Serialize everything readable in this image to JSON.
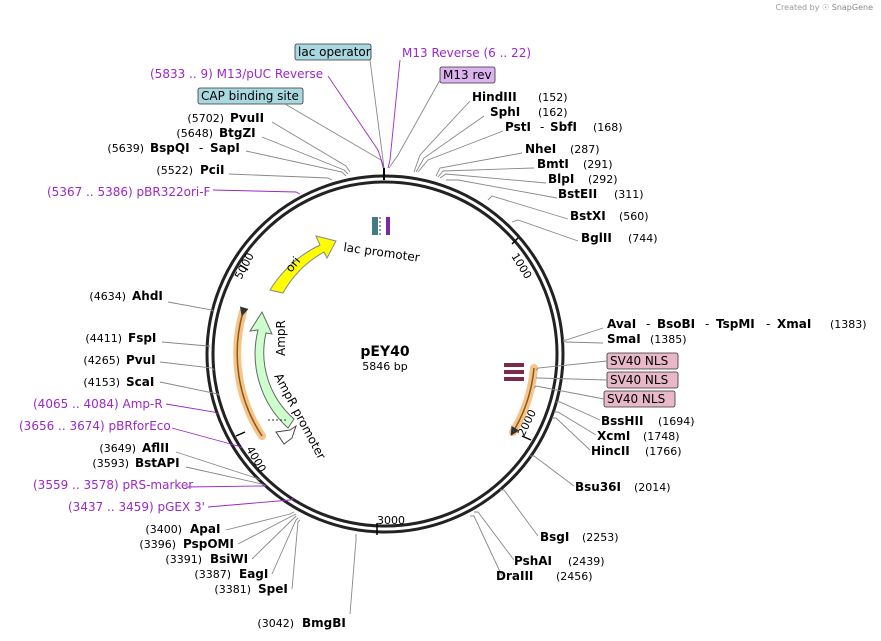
{
  "credit": {
    "prefix": "Created by",
    "brand": "SnapGene"
  },
  "plasmid": {
    "name": "pEY40",
    "length": "5846 bp"
  },
  "ruler": [
    "1000",
    "2000",
    "3000",
    "4000",
    "5000"
  ],
  "features": {
    "lac_promoter": "lac promoter",
    "ori": "ori",
    "ampr": "AmpR",
    "ampr_promoter": "AmpR promoter"
  },
  "boxes": {
    "lac_operator": "lac operator",
    "cap_binding_site": "CAP binding site",
    "m13_rev": "M13 rev",
    "sv40_nls_1": "SV40 NLS",
    "sv40_nls_2": "SV40 NLS",
    "sv40_nls_3": "SV40 NLS"
  },
  "primers": {
    "m13_reverse": "M13 Reverse   (6 .. 22)",
    "m13_puc_reverse": "(5833 .. 9)  M13/pUC Reverse",
    "pbr322ori_f": "(5367 .. 5386)  pBR322ori-F",
    "amp_r": "(4065 .. 4084)  Amp-R",
    "pbrforeco": "(3656 .. 3674)  pBRforEco",
    "prs_marker": "(3559 .. 3578)  pRS-marker",
    "pgex3": "(3437 .. 3459)  pGEX 3'"
  },
  "sites_right": [
    {
      "name": "HindIII",
      "pos": "(152)"
    },
    {
      "name": "SphI",
      "pos": "(162)"
    },
    {
      "name": "PstI",
      "name2": "SbfI",
      "pos": "(168)"
    },
    {
      "name": "NheI",
      "pos": "(287)"
    },
    {
      "name": "BmtI",
      "pos": "(291)"
    },
    {
      "name": "BlpI",
      "pos": "(292)"
    },
    {
      "name": "BstEII",
      "pos": "(311)"
    },
    {
      "name": "BstXI",
      "pos": "(560)"
    },
    {
      "name": "BglII",
      "pos": "(744)"
    },
    {
      "name": "AvaI",
      "name2": "BsoBI",
      "name3": "TspMI",
      "name4": "XmaI",
      "pos": "(1383)"
    },
    {
      "name": "SmaI",
      "pos": "(1385)"
    },
    {
      "name": "BssHII",
      "pos": "(1694)"
    },
    {
      "name": "XcmI",
      "pos": "(1748)"
    },
    {
      "name": "HincII",
      "pos": "(1766)"
    },
    {
      "name": "Bsu36I",
      "pos": "(2014)"
    },
    {
      "name": "BsgI",
      "pos": "(2253)"
    },
    {
      "name": "PshAI",
      "pos": "(2439)"
    },
    {
      "name": "DraIII",
      "pos": "(2456)"
    }
  ],
  "sites_left": [
    {
      "name": "PvuII",
      "pos": "(5702)"
    },
    {
      "name": "BtgZI",
      "pos": "(5648)"
    },
    {
      "name": "BspQI",
      "name2": "SapI",
      "pos": "(5639)"
    },
    {
      "name": "PciI",
      "pos": "(5522)"
    },
    {
      "name": "AhdI",
      "pos": "(4634)"
    },
    {
      "name": "FspI",
      "pos": "(4411)"
    },
    {
      "name": "PvuI",
      "pos": "(4265)"
    },
    {
      "name": "ScaI",
      "pos": "(4153)"
    },
    {
      "name": "AflII",
      "pos": "(3649)"
    },
    {
      "name": "BstAPI",
      "pos": "(3593)"
    },
    {
      "name": "ApaI",
      "pos": "(3400)"
    },
    {
      "name": "PspOMI",
      "pos": "(3396)"
    },
    {
      "name": "BsiWI",
      "pos": "(3391)"
    },
    {
      "name": "EagI",
      "pos": "(3387)"
    },
    {
      "name": "SpeI",
      "pos": "(3381)"
    },
    {
      "name": "BmgBI",
      "pos": "(3042)"
    }
  ]
}
